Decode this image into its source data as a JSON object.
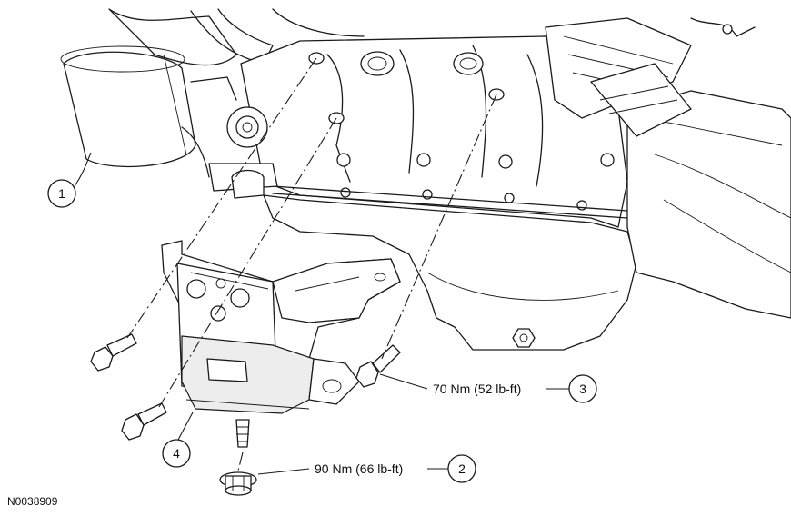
{
  "figure": {
    "id": "N0038909"
  },
  "callouts": [
    {
      "number": "1"
    },
    {
      "number": "2",
      "torque": "90 Nm (66 lb-ft)"
    },
    {
      "number": "3",
      "torque": "70 Nm (52 lb-ft)"
    },
    {
      "number": "4"
    }
  ]
}
